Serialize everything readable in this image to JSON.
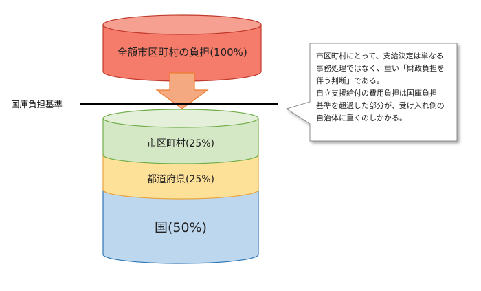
{
  "top_cylinder": {
    "label": "全額市区町村の負担(100%)",
    "fill": "#f57b6a",
    "stroke": "#c0392b"
  },
  "baseline_label": "国庫負担基準",
  "stack": [
    {
      "label": "市区町村(25%)",
      "fill": "#d5e8c6",
      "stroke": "#70ad47"
    },
    {
      "label": "都道府県(25%)",
      "fill": "#fee199",
      "stroke": "#e9a23b"
    },
    {
      "label": "国(50%)",
      "fill": "#bdd7ee",
      "stroke": "#2e75b6"
    }
  ],
  "arrow": {
    "fill": "#f4a980",
    "stroke": "#ed7d31"
  },
  "callout": {
    "lines": [
      "市区町村にとって、支給決定は単なる",
      "事務処理ではなく、重い「財政負担を",
      "伴う判断」である。",
      "自立支援給付の費用負担は国庫負担",
      "基準を超過した部分が、受け入れ側の",
      "自治体に重くのしかかる。"
    ]
  }
}
